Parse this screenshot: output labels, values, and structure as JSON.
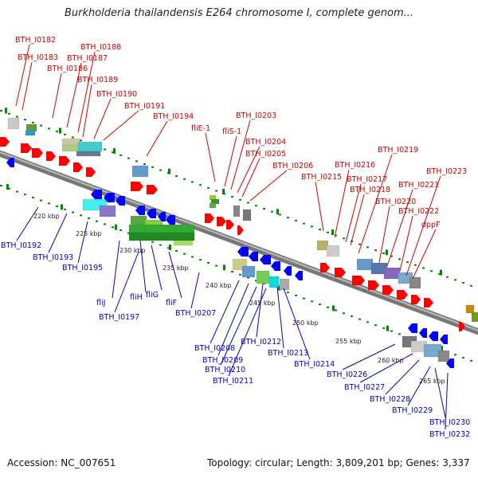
{
  "title": "Burkholderia thailandensis E264 chromosome I, complete genom...",
  "footer": {
    "accession": "Accession: NC_007651",
    "topology": "Topology: circular; Length: 3,809,201 bp; Genes: 3,337"
  },
  "colors": {
    "forward": "#ff0000",
    "reverse": "#0000ff",
    "backbone": "#888888",
    "label_forward": "#cc0000",
    "label_reverse": "#0000cc",
    "tick": "#008800"
  },
  "scale_labels": [
    "220 kbp",
    "225 kbp",
    "230 kbp",
    "235 kbp",
    "240 kbp",
    "245 kbp",
    "250 kbp",
    "255 kbp",
    "260 kbp",
    "265 kbp"
  ],
  "forward_genes": [
    "BTH_I0182",
    "BTH_I0183",
    "BTH_I0186",
    "BTH_I0187",
    "BTH_I0188",
    "BTH_I0189",
    "BTH_I0190",
    "BTH_I0191",
    "BTH_I0194",
    "fliE-1",
    "fliS-1",
    "BTH_I0203",
    "BTH_I0204",
    "BTH_I0205",
    "BTH_I0206",
    "BTH_I0215",
    "BTH_I0216",
    "BTH_I0217",
    "BTH_I0218",
    "BTH_I0219",
    "BTH_I0220",
    "BTH_I0221",
    "BTH_I0222",
    "BTH_I0223",
    "dppF"
  ],
  "reverse_genes": [
    "BTH_I0192",
    "BTH_I0193",
    "BTH_I0195",
    "fliJ",
    "fliH",
    "fliG",
    "fliF",
    "BTH_I0197",
    "BTH_I0207",
    "BTH_I0208",
    "BTH_I0209",
    "BTH_I0210",
    "BTH_I0211",
    "BTH_I0212",
    "BTH_I0213",
    "BTH_I0214",
    "BTH_I0226",
    "BTH_I0227",
    "BTH_I0228",
    "BTH_I0229",
    "BTH_I0230",
    "BTH_I0232"
  ]
}
